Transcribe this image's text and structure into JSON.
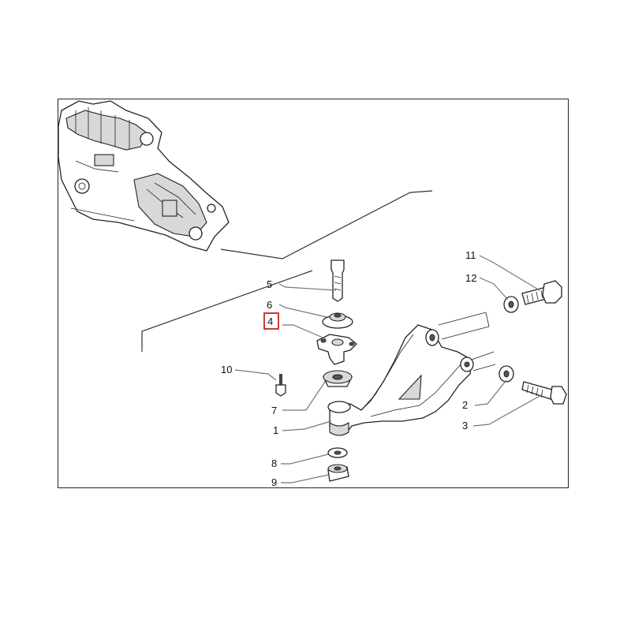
{
  "diagram": {
    "highlight_color": "#cc2222",
    "callouts": {
      "c1": "1",
      "c2": "2",
      "c3": "3",
      "c4": "4",
      "c5": "5",
      "c6": "6",
      "c7": "7",
      "c8": "8",
      "c9": "9",
      "c10": "10",
      "c11": "11",
      "c12": "12"
    },
    "highlighted": "4"
  }
}
